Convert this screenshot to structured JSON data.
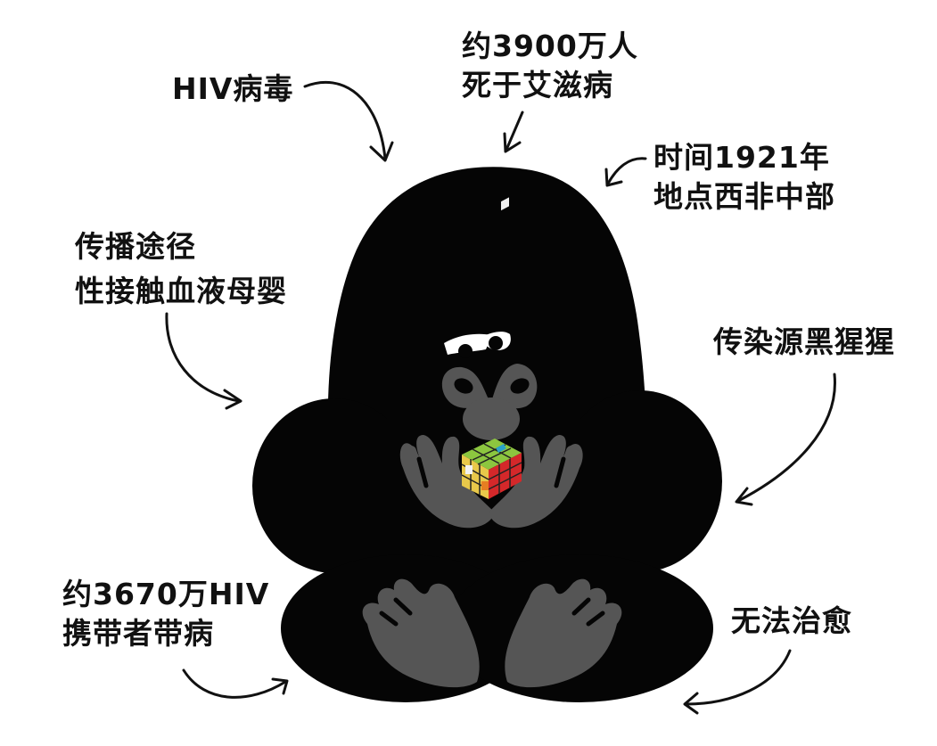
{
  "illustration": {
    "subject": "gorilla-silhouette-holding-rubiks-cube",
    "colors": {
      "background": "#ffffff",
      "body": "#050505",
      "face_hands": "#555555",
      "eyes": "#ffffff",
      "ink": "#111111"
    }
  },
  "annotations": {
    "virus": {
      "lines": [
        "HIV病毒"
      ]
    },
    "deaths": {
      "lines": [
        "约3900万人",
        "死于艾滋病"
      ]
    },
    "origin": {
      "lines": [
        "时间1921年",
        "地点西非中部"
      ]
    },
    "transmission": {
      "lines": [
        "传播途径",
        "性接触血液母婴"
      ]
    },
    "source": {
      "lines": [
        "传染源黑猩猩"
      ]
    },
    "carriers": {
      "lines": [
        "约3670万HIV",
        "携带者带病"
      ]
    },
    "cure": {
      "lines": [
        "无法治愈"
      ]
    }
  },
  "icons": {
    "arrows": [
      "arrow-virus",
      "arrow-deaths",
      "arrow-origin",
      "arrow-transmission",
      "arrow-source",
      "arrow-carriers",
      "arrow-cure"
    ]
  }
}
